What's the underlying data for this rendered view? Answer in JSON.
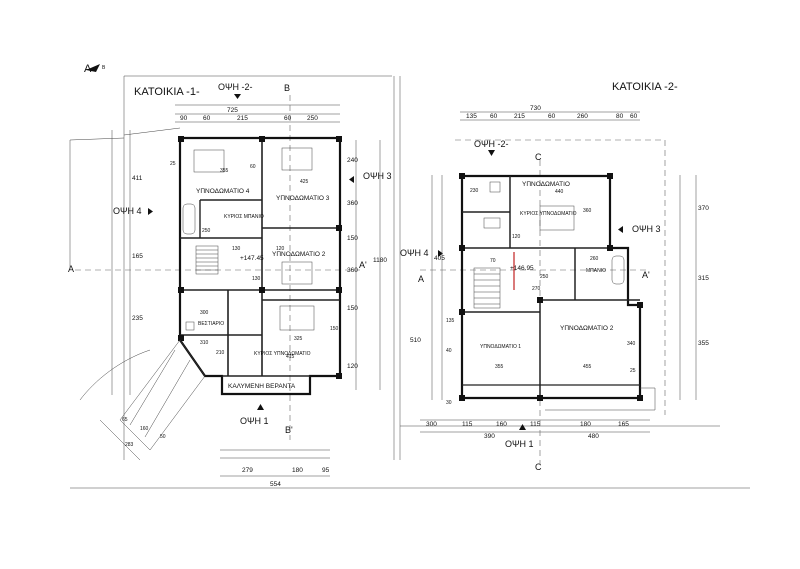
{
  "north_label": "Α",
  "north_sub": "Β",
  "house1": {
    "title": "ΚΑΤΟΙΚΙΑ -1-",
    "view_top": "ΟΨΗ -2-",
    "view_right": "ΟΨΗ 3",
    "view_left": "ΟΨΗ 4",
    "view_bottom": "ΟΨΗ 1",
    "sec_a": "A",
    "sec_a2": "A'",
    "sec_b": "B",
    "sec_b2": "B'",
    "rooms": {
      "bed4": "ΥΠΝΟΔΩΜΑΤΙΟ 4",
      "bed3": "ΥΠΝΟΔΩΜΑΤΙΟ 3",
      "bed2": "ΥΠΝΟΔΩΜΑΤΙΟ 2",
      "bath": "ΚΥΡΙΟΣ ΜΠΑΝΙΟ",
      "closet": "ΒΕΣΤΙΑΡΙΟ",
      "master": "ΚΥΡΙΟΣ ΥΠΝΟΔΩΜΑΤΙΟ",
      "veranda": "ΚΑΛΥΜΕΝΗ ΒΕΡΑΝΤΑ"
    },
    "level": "+147.45",
    "dims_top": [
      "90",
      "60",
      "215",
      "60",
      "250"
    ],
    "dim_top_total": "725",
    "dims_bottom": [
      "279",
      "180",
      "95"
    ],
    "dim_bottom_total": "554",
    "dims_left": [
      "411",
      "165",
      "235"
    ],
    "dims_right": [
      "240",
      "360",
      "150",
      "360",
      "150",
      "120"
    ],
    "dim_right_total": "1180",
    "inner": [
      "355",
      "60",
      "425",
      "250",
      "130",
      "120",
      "300",
      "310",
      "210",
      "415",
      "325",
      "25",
      "130",
      "150"
    ],
    "diag": [
      "65",
      "160",
      "50",
      "283"
    ]
  },
  "house2": {
    "title": "ΚΑΤΟΙΚΙΑ -2-",
    "view_top": "ΟΨΗ -2-",
    "view_right": "ΟΨΗ 3",
    "view_left": "ΟΨΗ 4",
    "view_bottom": "ΟΨΗ 1",
    "sec_a": "A",
    "sec_a2": "A'",
    "sec_c": "C",
    "sec_c2": "C",
    "rooms": {
      "bed": "ΥΠΝΟΔΩΜΑΤΙΟ",
      "master": "ΚΥΡΙΟΣ ΥΠΝΟΔΩΜΑΤΙΟ",
      "bath": "ΜΠΑΝΙΟ",
      "bed1": "ΥΠΝΟΔΩΜΑΤΙΟ 1",
      "bed2": "ΥΠΝΟΔΩΜΑΤΙΟ 2"
    },
    "level": "+146.95",
    "dims_top": [
      "135",
      "60",
      "215",
      "60",
      "260",
      "80",
      "60"
    ],
    "dim_top_total": "730",
    "dims_bottom": [
      "115",
      "160",
      "115",
      "180",
      "165"
    ],
    "dim_bottom_left": "300",
    "dim_bottom_mid": "390",
    "dim_bottom_right": "480",
    "dims_left": [
      "405",
      "510"
    ],
    "dims_right": [
      "370",
      "315",
      "355"
    ],
    "inner": [
      "230",
      "440",
      "360",
      "260",
      "120",
      "270",
      "250",
      "355",
      "455",
      "340",
      "25",
      "40",
      "30",
      "135",
      "70"
    ]
  }
}
